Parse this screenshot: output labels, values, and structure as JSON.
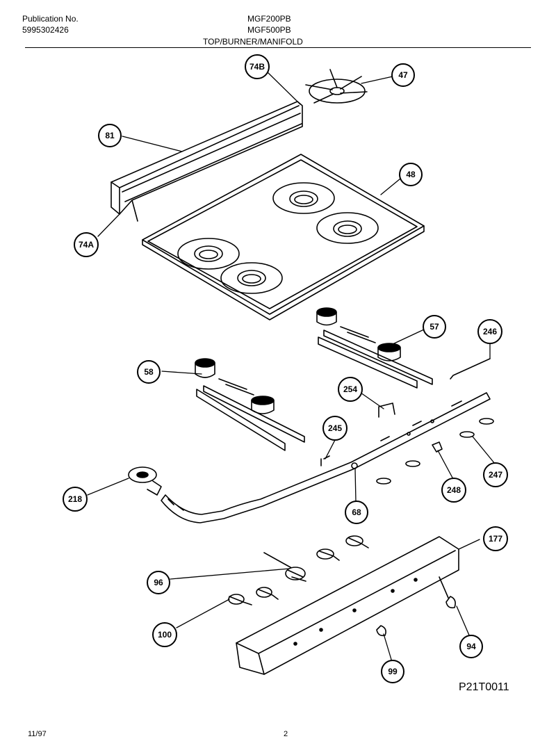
{
  "header": {
    "publication_label": "Publication No.",
    "publication_number": "5995302426",
    "models": [
      "MGF200PB",
      "MGF500PB"
    ],
    "section_title": "TOP/BURNER/MANIFOLD"
  },
  "callouts": [
    {
      "id": "74B",
      "label": "74B"
    },
    {
      "id": "47",
      "label": "47"
    },
    {
      "id": "81",
      "label": "81"
    },
    {
      "id": "48",
      "label": "48"
    },
    {
      "id": "74A",
      "label": "74A"
    },
    {
      "id": "57",
      "label": "57"
    },
    {
      "id": "246",
      "label": "246"
    },
    {
      "id": "58",
      "label": "58"
    },
    {
      "id": "254",
      "label": "254"
    },
    {
      "id": "245",
      "label": "245"
    },
    {
      "id": "218",
      "label": "218"
    },
    {
      "id": "68",
      "label": "68"
    },
    {
      "id": "248",
      "label": "248"
    },
    {
      "id": "247",
      "label": "247"
    },
    {
      "id": "177",
      "label": "177"
    },
    {
      "id": "96",
      "label": "96"
    },
    {
      "id": "100",
      "label": "100"
    },
    {
      "id": "94",
      "label": "94"
    },
    {
      "id": "99",
      "label": "99"
    }
  ],
  "figure_code": "P21T0011",
  "footer": {
    "date": "11/97",
    "page": "2"
  }
}
